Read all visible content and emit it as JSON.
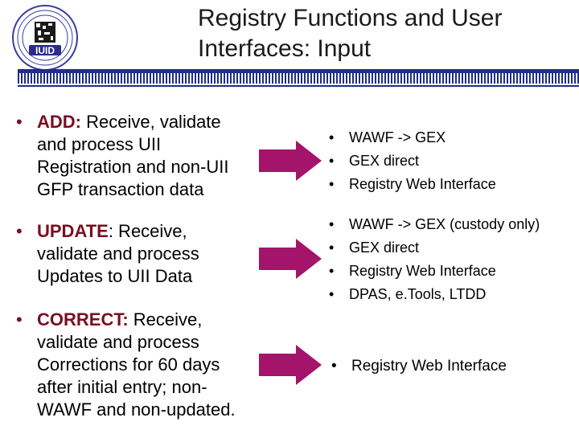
{
  "slide": {
    "title_line1": "Registry Functions and User",
    "title_line2": "Interfaces: Input",
    "logo_text": "IUID"
  },
  "functions": [
    {
      "term": "ADD:",
      "text": " Receive, validate and process UII Registration and non-UII GFP transaction data",
      "interfaces": [
        "WAWF -> GEX",
        "GEX direct",
        "Registry Web Interface"
      ]
    },
    {
      "term": "UPDATE",
      "text": ": Receive, validate and process Updates to UII Data",
      "interfaces": [
        "WAWF -> GEX (custody only)",
        "GEX direct",
        "Registry Web Interface",
        "DPAS, e.Tools, LTDD"
      ]
    },
    {
      "term": "CORRECT:",
      "text": " Receive, validate and process Corrections for 60 days after initial entry; non-WAWF and non-updated.",
      "interfaces": [
        "Registry Web Interface"
      ]
    }
  ],
  "colors": {
    "term": "#7a0e22",
    "arrow": "#a3146a",
    "rule": "#1f2d8c",
    "title": "#1a1a1a"
  },
  "icons": [
    "iuid-seal-logo",
    "right-arrow-icon"
  ]
}
